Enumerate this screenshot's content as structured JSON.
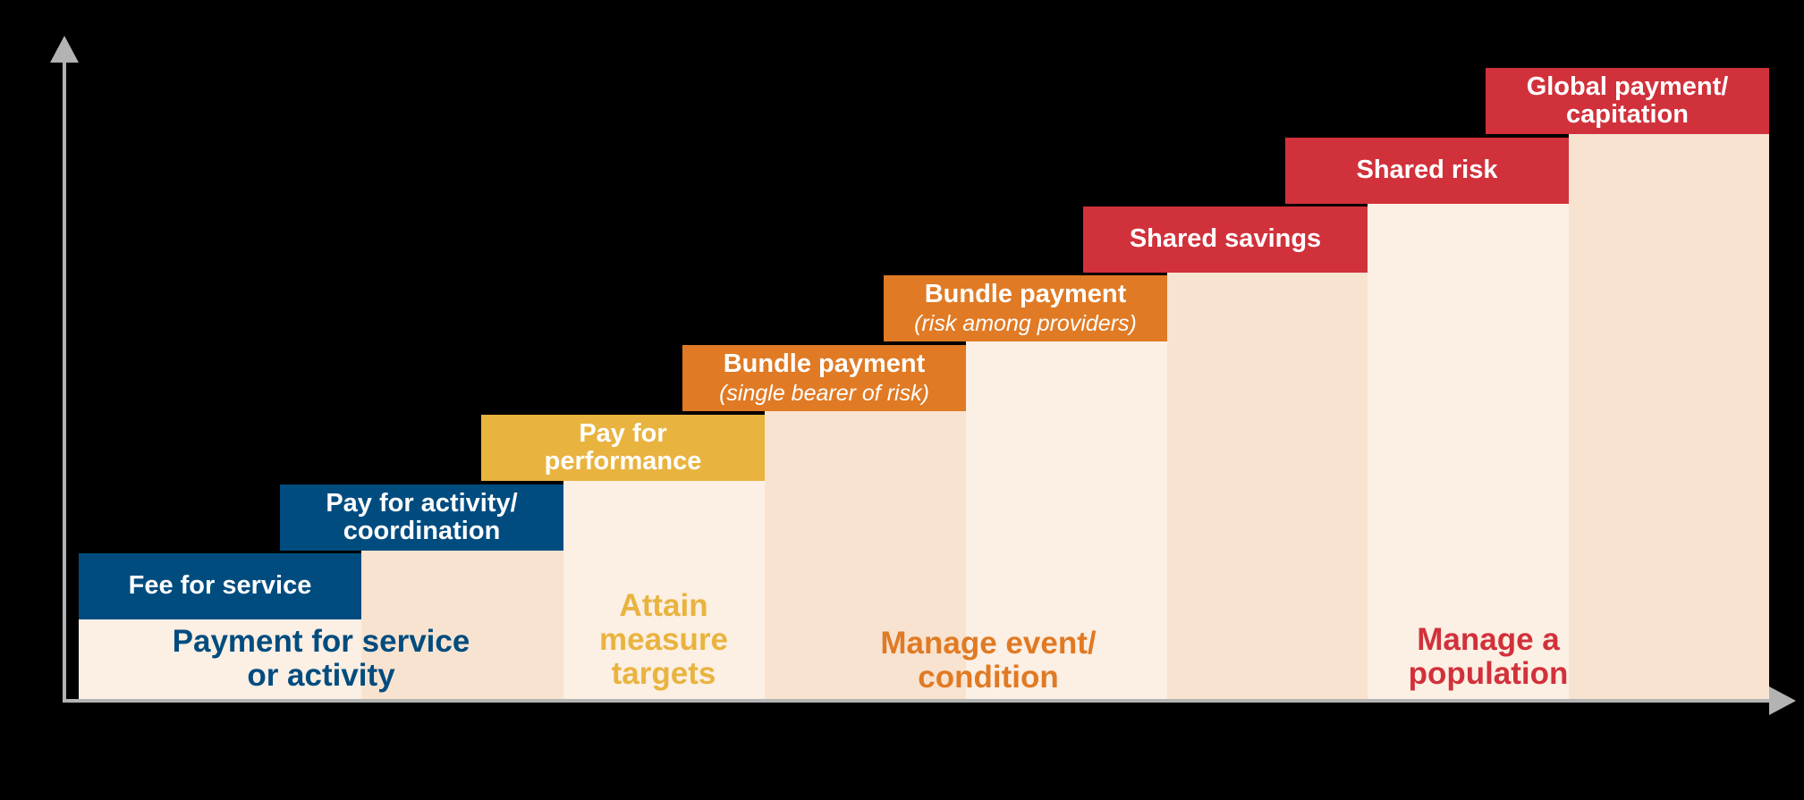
{
  "colors": {
    "background": "#000000",
    "axis": "#b3b3b3",
    "navy": "#004c7f",
    "gold": "#e9b33f",
    "orange": "#e07a24",
    "red": "#d1313b",
    "col_light": "#fcefe3",
    "col_mid": "#f8e3d1"
  },
  "steps": [
    {
      "id": "fee-for-service",
      "label": "Fee for service",
      "sub": "",
      "color_key": "navy"
    },
    {
      "id": "pay-for-activity",
      "label": "Pay for activity/ coordination",
      "sub": "",
      "color_key": "navy"
    },
    {
      "id": "pay-for-performance",
      "label": "Pay for performance",
      "sub": "",
      "color_key": "gold"
    },
    {
      "id": "bundle-single",
      "label": "Bundle payment",
      "sub": "(single bearer of risk)",
      "color_key": "orange"
    },
    {
      "id": "bundle-providers",
      "label": "Bundle payment",
      "sub": "(risk among providers)",
      "color_key": "orange"
    },
    {
      "id": "shared-savings",
      "label": "Shared savings",
      "sub": "",
      "color_key": "red"
    },
    {
      "id": "shared-risk",
      "label": "Shared risk",
      "sub": "",
      "color_key": "red"
    },
    {
      "id": "global-payment",
      "label": "Global payment/ capitation",
      "sub": "",
      "color_key": "red"
    }
  ],
  "categories": [
    {
      "id": "payment-for-service",
      "text": "Payment for service or activity",
      "color_key": "navy"
    },
    {
      "id": "attain-measure-targets",
      "text": "Attain measure targets",
      "color_key": "gold"
    },
    {
      "id": "manage-event",
      "text": "Manage event/ condition",
      "color_key": "orange"
    },
    {
      "id": "manage-population",
      "text": "Manage a population",
      "color_key": "red"
    }
  ]
}
